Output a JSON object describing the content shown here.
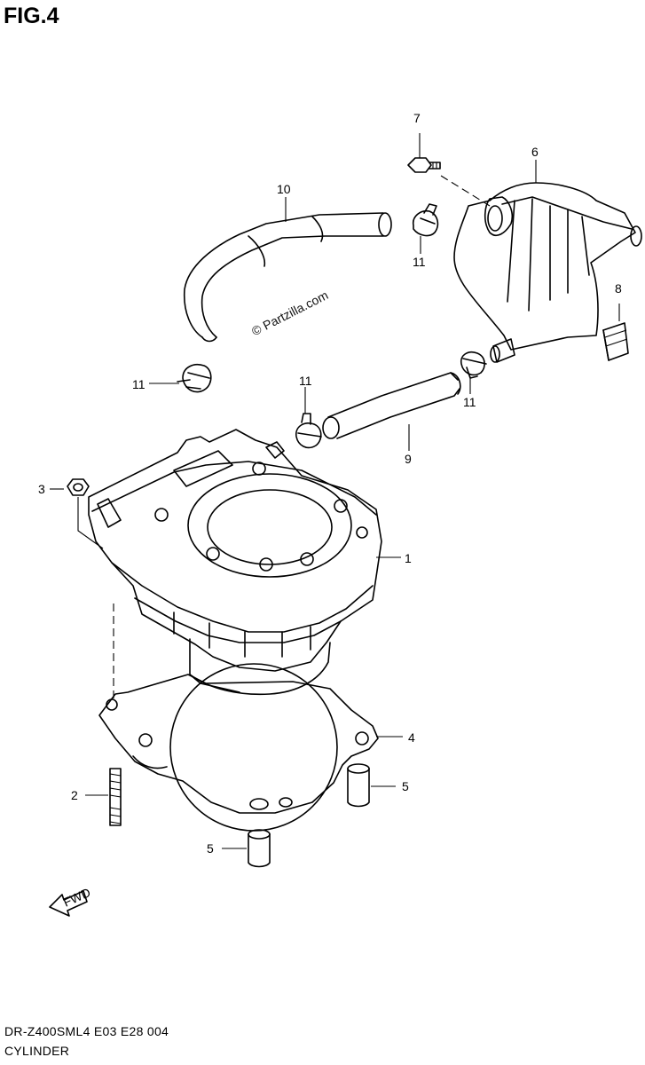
{
  "figure": {
    "title": "FIG.4",
    "model_code": "DR-Z400SML4  E03  E28  004",
    "section_name": "CYLINDER",
    "watermark": "© Partzilla.com",
    "fwd_marker": "FWD"
  },
  "callouts": [
    {
      "id": "c7",
      "label": "7"
    },
    {
      "id": "c6",
      "label": "6"
    },
    {
      "id": "c10",
      "label": "10"
    },
    {
      "id": "c11a",
      "label": "11"
    },
    {
      "id": "c8",
      "label": "8"
    },
    {
      "id": "c11b",
      "label": "11"
    },
    {
      "id": "c11c",
      "label": "11"
    },
    {
      "id": "c11d",
      "label": "11"
    },
    {
      "id": "c9",
      "label": "9"
    },
    {
      "id": "c3",
      "label": "3"
    },
    {
      "id": "c1",
      "label": "1"
    },
    {
      "id": "c4",
      "label": "4"
    },
    {
      "id": "c2",
      "label": "2"
    },
    {
      "id": "c5a",
      "label": "5"
    },
    {
      "id": "c5b",
      "label": "5"
    }
  ]
}
